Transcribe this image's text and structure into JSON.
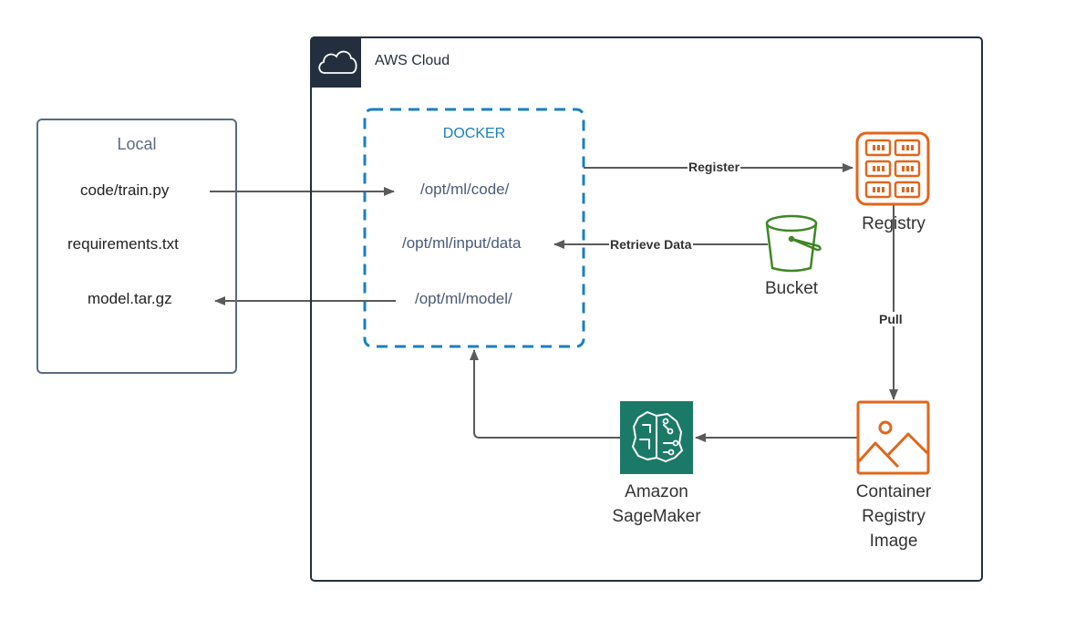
{
  "aws_cloud": {
    "title": "AWS Cloud",
    "icon": "cloud-icon",
    "header_color": "#232f3e"
  },
  "local": {
    "title": "Local",
    "items": [
      "code/train.py",
      "requirements.txt",
      "model.tar.gz"
    ],
    "border_color": "#5a6b86"
  },
  "docker": {
    "title": "DOCKER",
    "paths": [
      "/opt/ml/code/",
      "/opt/ml/input/data",
      "/opt/ml/model/"
    ],
    "border_color": "#1a7fc0"
  },
  "nodes": {
    "registry": {
      "label": "Registry",
      "icon": "registry-icon",
      "color": "#e0661b"
    },
    "bucket": {
      "label": "Bucket",
      "icon": "bucket-icon",
      "color": "#3f8624"
    },
    "sagemaker": {
      "label_line1": "Amazon",
      "label_line2": "SageMaker",
      "icon": "sagemaker-icon",
      "color": "#1b7a67"
    },
    "container_image": {
      "label_line1": "Container",
      "label_line2": "Registry",
      "label_line3": "Image",
      "icon": "image-icon",
      "color": "#e0661b"
    }
  },
  "edges": {
    "register": "Register",
    "retrieve_data": "Retrieve Data",
    "pull": "Pull"
  }
}
